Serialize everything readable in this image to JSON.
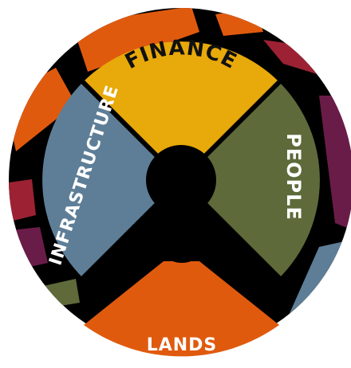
{
  "colors": {
    "background": "#ffffff",
    "ring": "#000000",
    "finance": "#E8A90A",
    "people": "#5E6A3A",
    "lands": "#E05A0E",
    "infrastructure": "#5E7E97",
    "band_orange": "#E05A0E",
    "band_maroon": "#9C2233",
    "band_purple": "#6A1C48",
    "band_olive": "#5E6A3A",
    "band_blue": "#5E7E97"
  },
  "segments": {
    "finance": "FINANCE",
    "people": "PEOPLE",
    "lands": "LANDS",
    "infrastructure": "INFRASTRUCTURE"
  }
}
